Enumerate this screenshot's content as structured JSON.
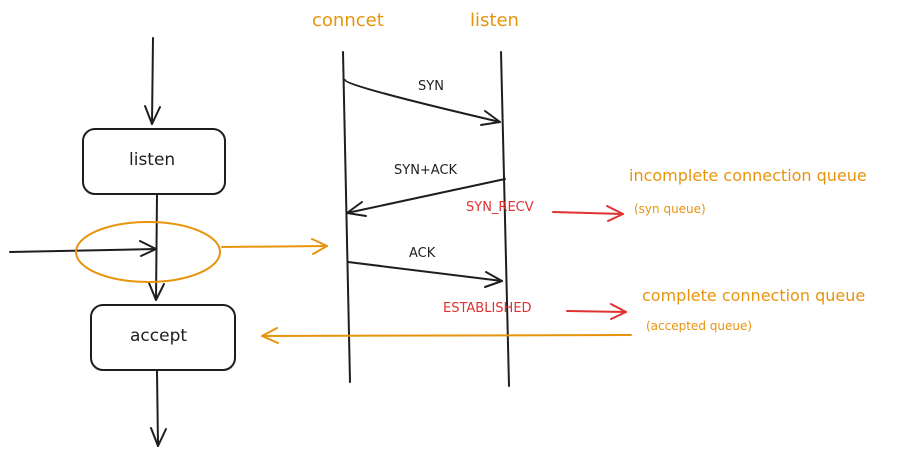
{
  "columns": {
    "client": "conncet",
    "server": "listen"
  },
  "flow_boxes": {
    "listen": "listen",
    "accept": "accept"
  },
  "messages": {
    "syn": "SYN",
    "synack": "SYN+ACK",
    "ack": "ACK"
  },
  "states": {
    "syn_recv": "SYN_RECV",
    "established": "ESTABLISHED"
  },
  "queues": {
    "incomplete_title": "incomplete connection queue",
    "incomplete_sub": "(syn queue)",
    "complete_title": "complete connection queue",
    "complete_sub": "(accepted queue)"
  },
  "colors": {
    "stroke": "#1e1e1e",
    "accent": "#e8930c",
    "state": "#e03131"
  }
}
